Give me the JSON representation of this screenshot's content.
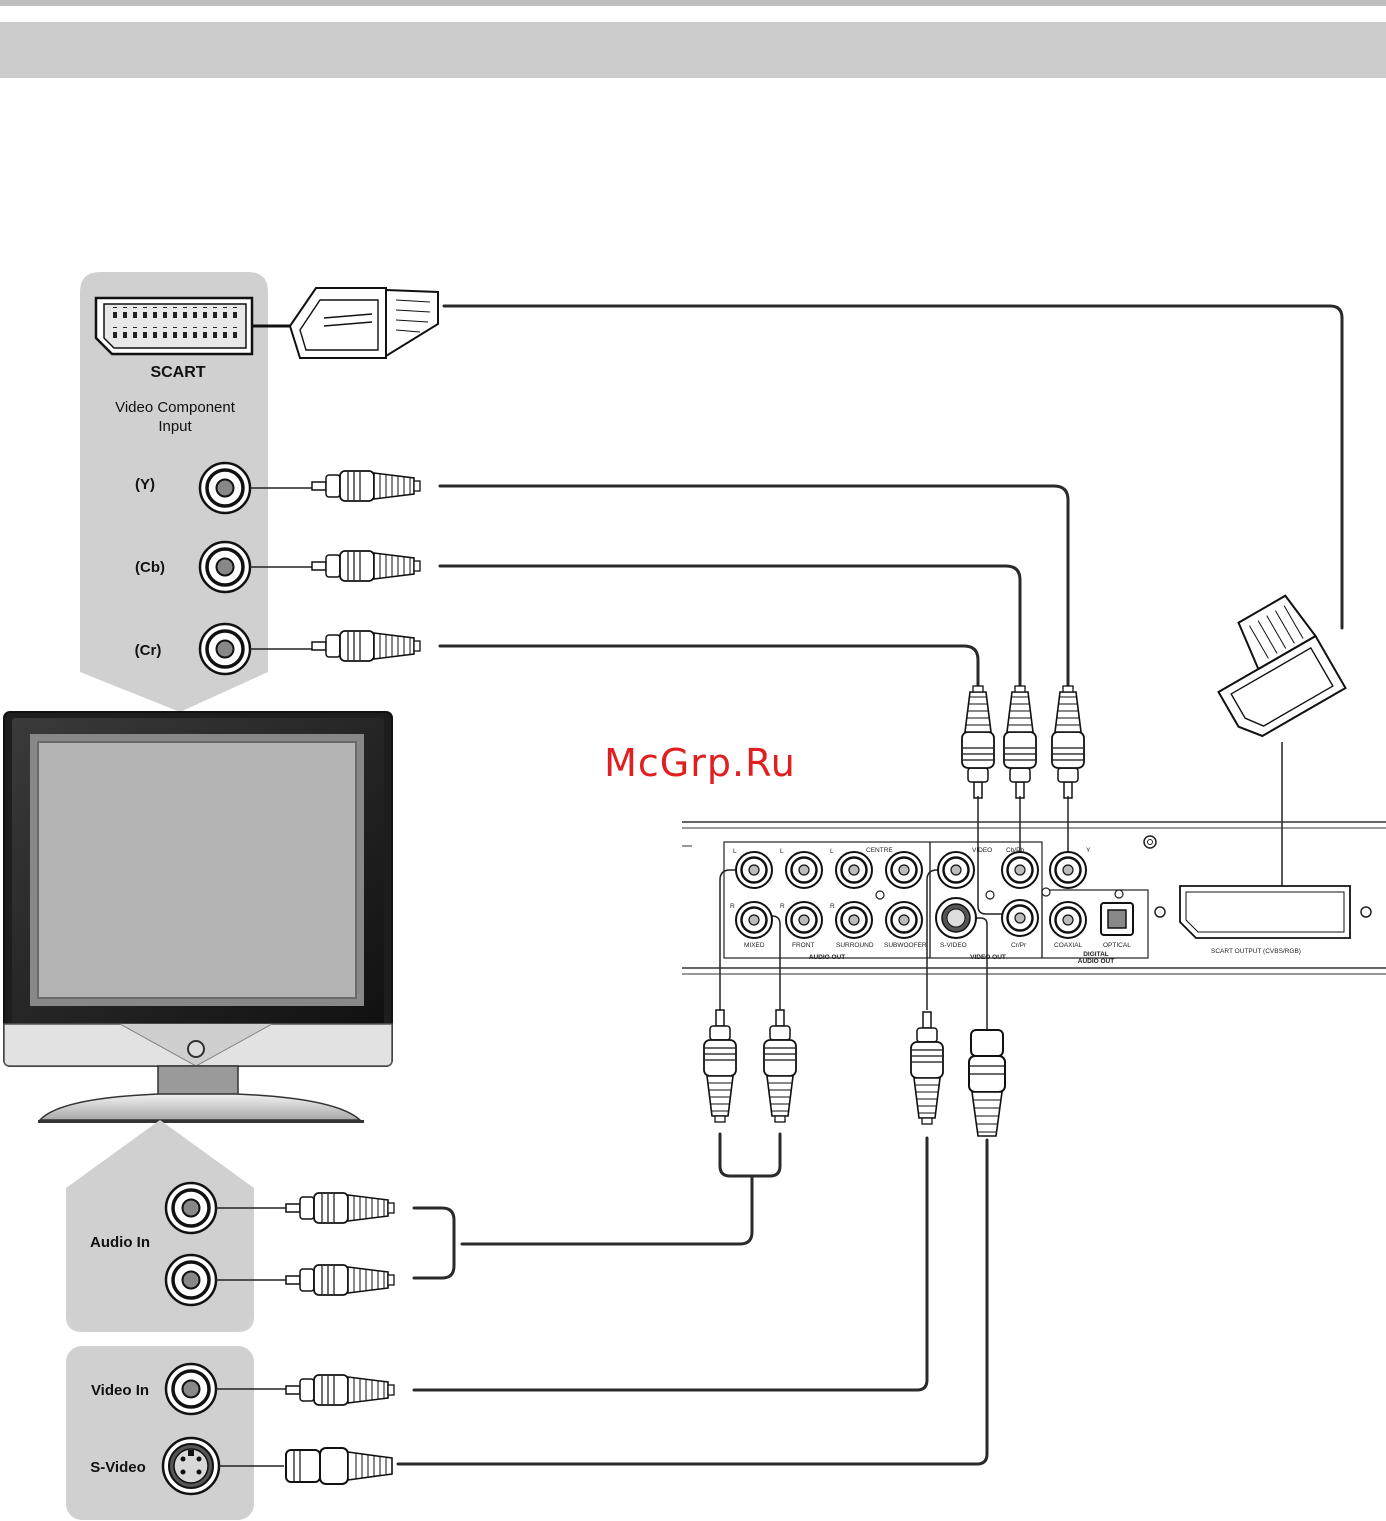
{
  "tv_panel": {
    "scart_label": "SCART",
    "component_title_line1": "Video Component",
    "component_title_line2": "Input",
    "y_label": "(Y)",
    "cb_label": "(Cb)",
    "cr_label": "(Cr)"
  },
  "audio_panel": {
    "label": "Audio In"
  },
  "video_panel": {
    "video_in_label": "Video In",
    "svideo_label": "S-Video"
  },
  "player": {
    "audio_left_letter": "L",
    "audio_right_letter": "R",
    "centre_label": "CENTRE",
    "video_label": "VIDEO",
    "cb_pb_label": "Cb/Pb",
    "y_label": "Y",
    "mixed_label": "MIXED",
    "front_label": "FRONT",
    "surround_label": "SURROUND",
    "subwoofer_label": "SUBWOOFER",
    "svideo_label": "S-VIDEO",
    "cr_pr_label": "Cr/Pr",
    "coaxial_label": "COAXIAL",
    "optical_label": "OPTICAL",
    "audio_out_label": "AUDIO OUT",
    "video_out_label": "VIDEO OUT",
    "digital_label": "DIGITAL",
    "digital_audio_out_label": "AUDIO OUT",
    "scart_output_label": "SCART OUTPUT (CVBS/RGB)"
  },
  "watermark": "McGrp.Ru",
  "colors": {
    "panel_gray": "#d0d0d0",
    "header_gray": "#cccccc",
    "cable": "#2a2a2a",
    "watermark_red": "#e02020"
  }
}
